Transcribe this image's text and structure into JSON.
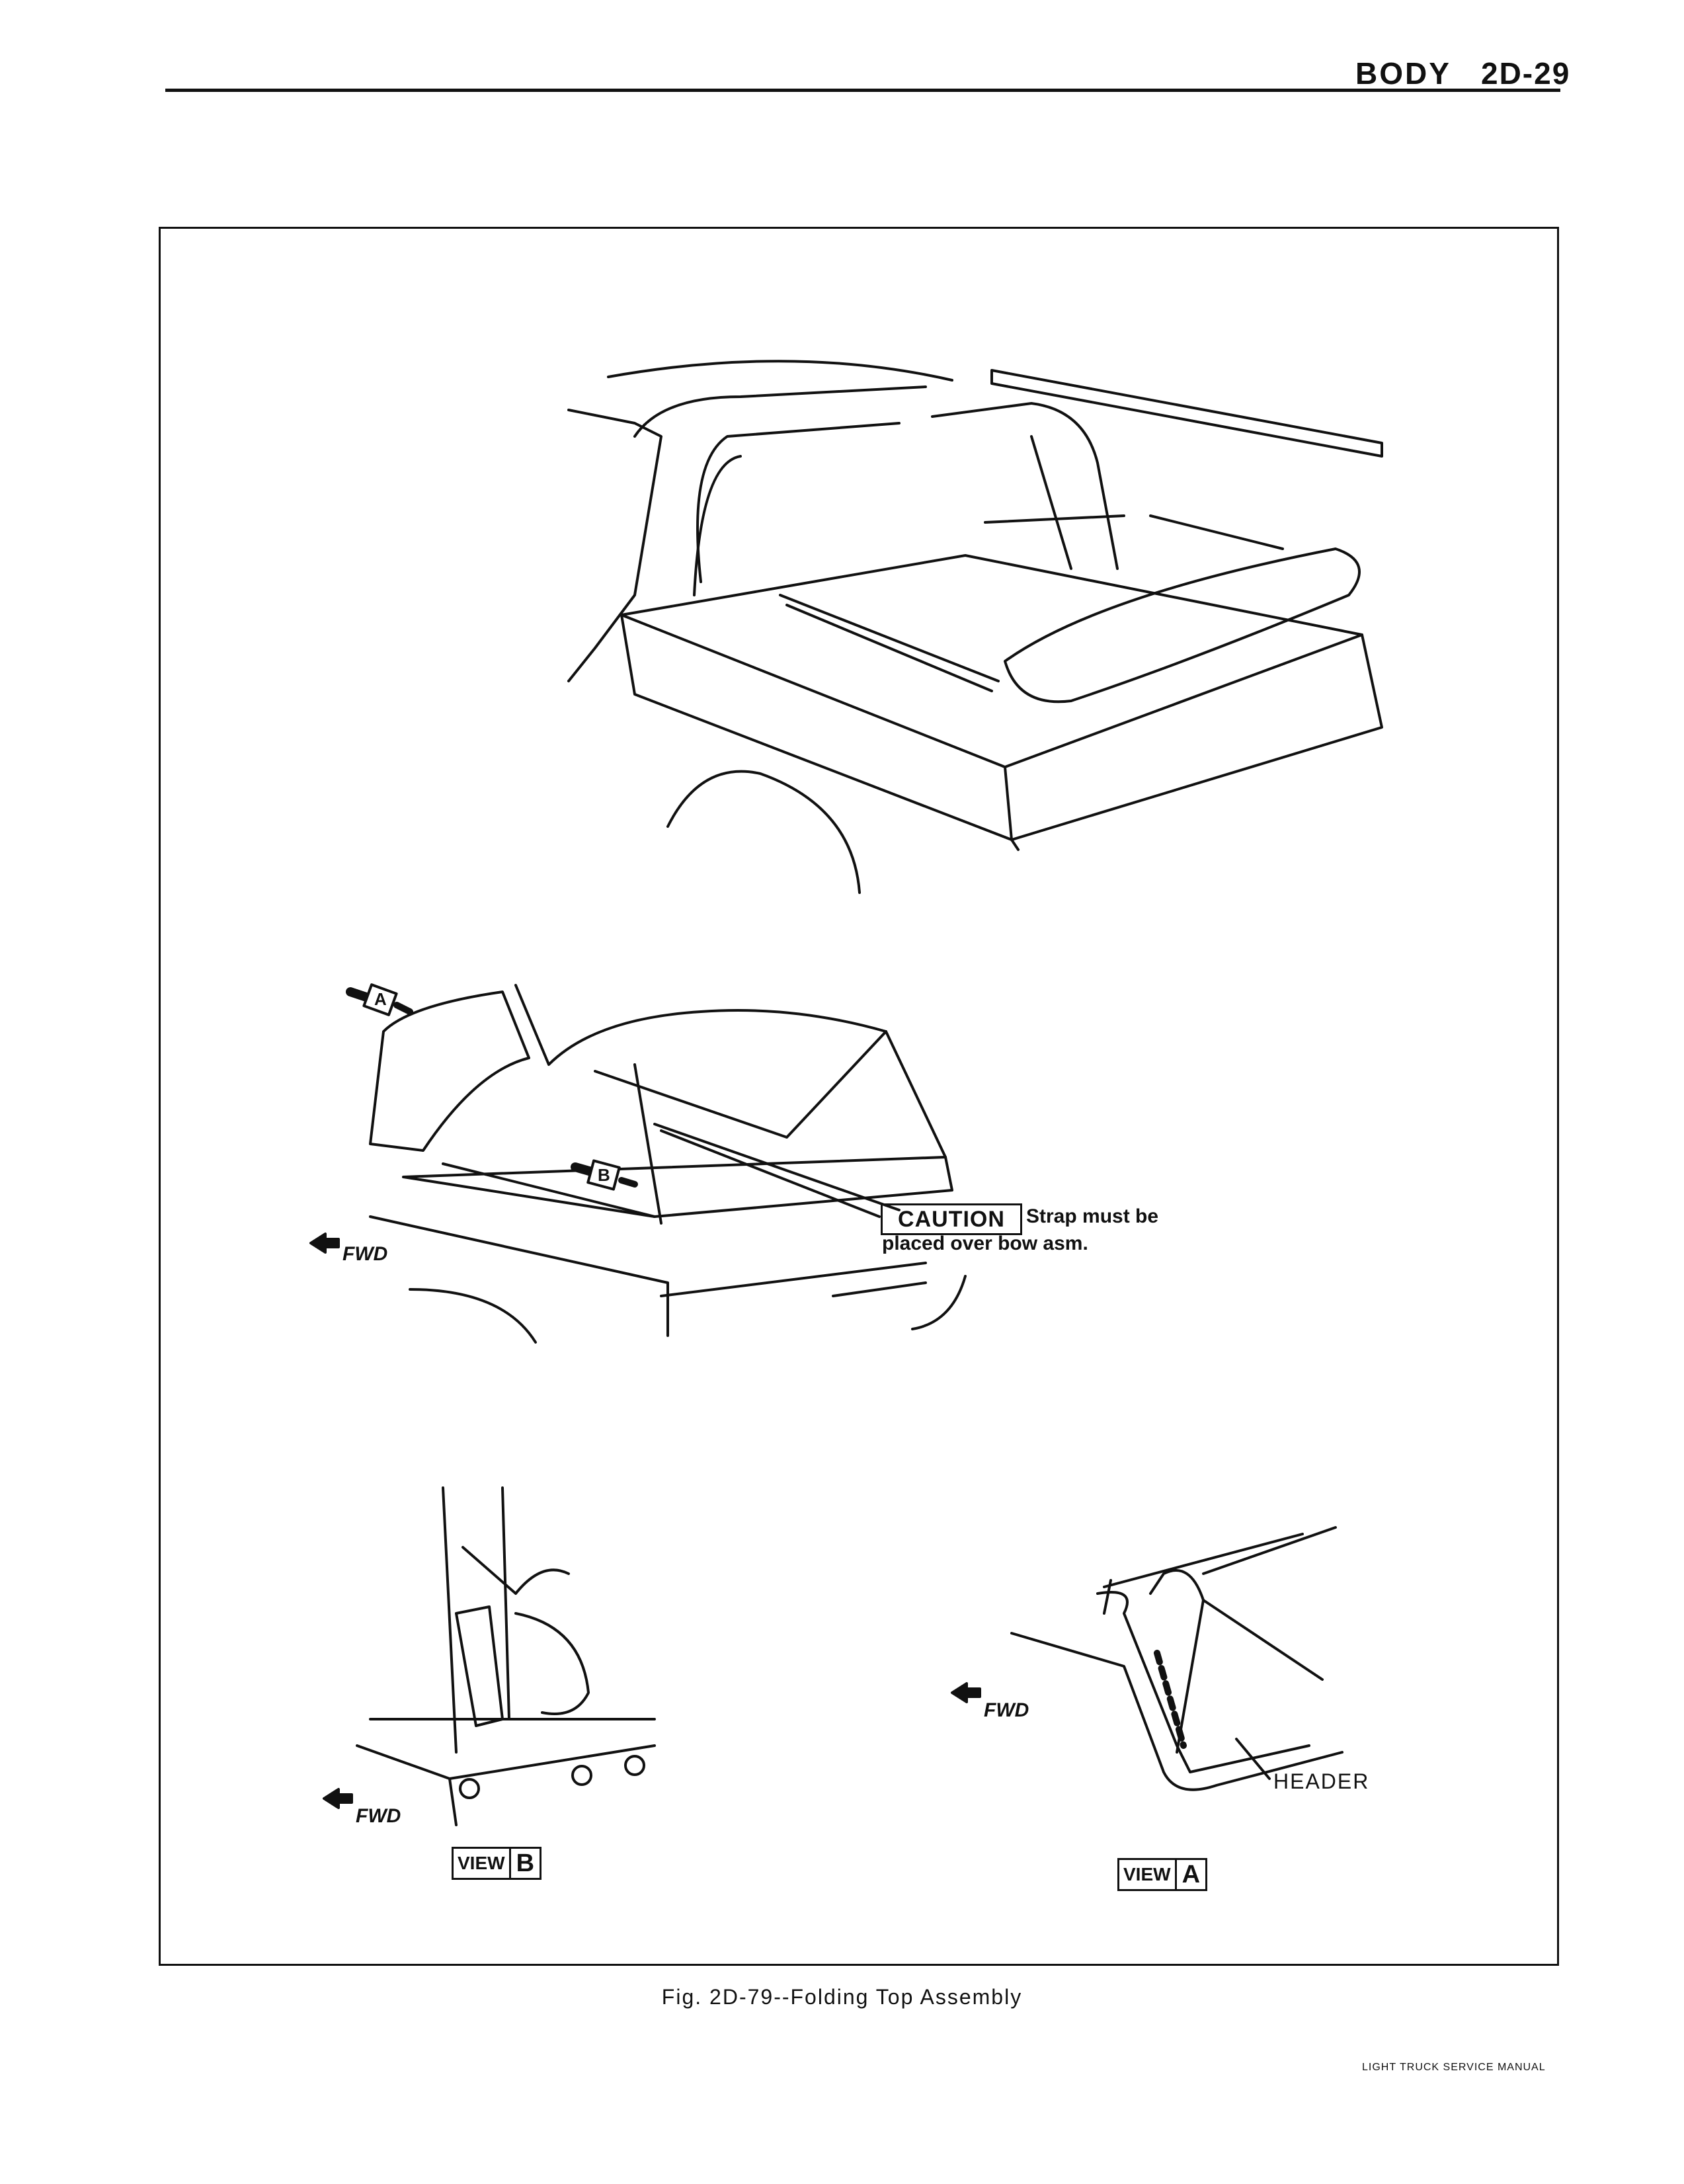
{
  "header": {
    "section": "BODY",
    "page": "2D-29"
  },
  "figure": {
    "caption": "Fig. 2D-79--Folding Top Assembly",
    "caution": {
      "label": "CAUTION",
      "line1": "Strap must be",
      "line2": "placed over bow asm."
    },
    "fwd_label": "FWD",
    "view_a_badge": "A",
    "view_b_badge": "B",
    "view_b": {
      "word": "VIEW",
      "letter": "B"
    },
    "view_a": {
      "word": "VIEW",
      "letter": "A"
    },
    "header_callout": "HEADER"
  },
  "footer": {
    "text": "LIGHT TRUCK SERVICE MANUAL"
  }
}
